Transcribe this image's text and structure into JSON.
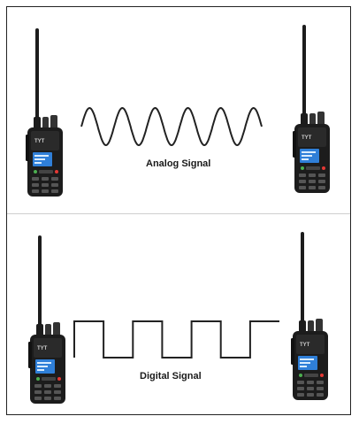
{
  "panels": [
    {
      "id": "analog",
      "caption": "Analog Signal",
      "wave": {
        "type": "sine",
        "cycles": 5.5
      }
    },
    {
      "id": "digital",
      "caption": "Digital Signal",
      "wave": {
        "type": "square",
        "cycles": 3.5
      }
    }
  ],
  "colors": {
    "signal": "#222222",
    "radio_body": "#1c1c1c",
    "screen": "#2f7fd8",
    "border": "#222222"
  },
  "icons": [
    "two-way-radio-icon"
  ]
}
